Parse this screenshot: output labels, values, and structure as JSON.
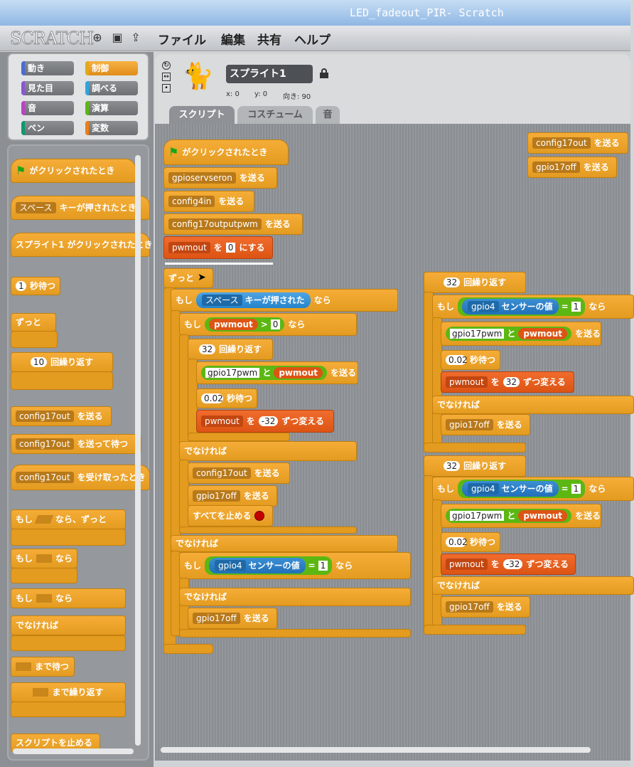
{
  "window": {
    "title": "LED_fadeout_PIR- Scratch"
  },
  "menubar": {
    "logo": "SCRATCH",
    "items": [
      "ファイル",
      "編集",
      "共有",
      "ヘルプ"
    ]
  },
  "categories": [
    {
      "label": "動き",
      "color": "#4a6cd4"
    },
    {
      "label": "制御",
      "color": "#e1a91a"
    },
    {
      "label": "見た目",
      "color": "#8a55d7"
    },
    {
      "label": "調べる",
      "color": "#2ca5e2"
    },
    {
      "label": "音",
      "color": "#bb42c3"
    },
    {
      "label": "演算",
      "color": "#5cb712"
    },
    {
      "label": "ペン",
      "color": "#0e9a6c"
    },
    {
      "label": "変数",
      "color": "#ee7d16"
    }
  ],
  "palette": {
    "when_flag": "がクリックされたとき",
    "when_key": {
      "key": "スペース",
      "label": "キーが押されたとき"
    },
    "when_sprite": "スプライト1 がクリックされたとき",
    "wait": {
      "num": "1",
      "label": "秒待つ"
    },
    "forever": "ずっと",
    "repeat": {
      "num": "10",
      "label": "回繰り返す"
    },
    "broadcast": {
      "msg": "config17out",
      "label": "を送る"
    },
    "broadcast_wait": {
      "msg": "config17out",
      "label": "を送って待つ"
    },
    "when_receive": {
      "msg": "config17out",
      "label": "を受け取ったとき"
    },
    "forever_if": {
      "pre": "もし",
      "post": "なら、ずっと"
    },
    "if": {
      "pre": "もし",
      "post": "なら"
    },
    "if_else": {
      "pre": "もし",
      "post": "なら",
      "else": "でなければ"
    },
    "wait_until": "まで待つ",
    "repeat_until": "まで繰り返す",
    "stop_script": "スクリプトを止める"
  },
  "sprite": {
    "name": "スプライト1",
    "x": "x: 0",
    "y": "y: 0",
    "direction": "向き: 90"
  },
  "tabs": [
    "スクリプト",
    "コスチューム",
    "音"
  ],
  "script": {
    "hat": "がクリックされたとき",
    "send": "を送る",
    "msg1": "gpioservseron",
    "msg2": "config4in",
    "msg3": "config17outputpwm",
    "set_var": "pwmout",
    "set_mid": "を",
    "set_val": "0",
    "set_post": "にする",
    "forever": "ずっと",
    "if": "もし",
    "then": "なら",
    "else": "でなければ",
    "key": "スペース",
    "key_label": "キーが押された",
    "var": "pwmout",
    "gt": ">",
    "gt_val": "0",
    "repeat": "回繰り返す",
    "rep_n": "32",
    "join_txt": "gpio17pwm",
    "and": "と",
    "wait_n": "0.02",
    "wait": "秒待つ",
    "change_mid": "を",
    "change_val": "-32",
    "change_post": "ずつ変える",
    "change_val2": "32",
    "msg4": "config17out",
    "msg5": "gpio17off",
    "stop_all": "すべてを止める",
    "sensor": "gpio4",
    "sensor_label": "センサーの値",
    "eq": "=",
    "eq_val": "1",
    "top_msg1": "config17out",
    "top_msg2": "gpio17off"
  }
}
